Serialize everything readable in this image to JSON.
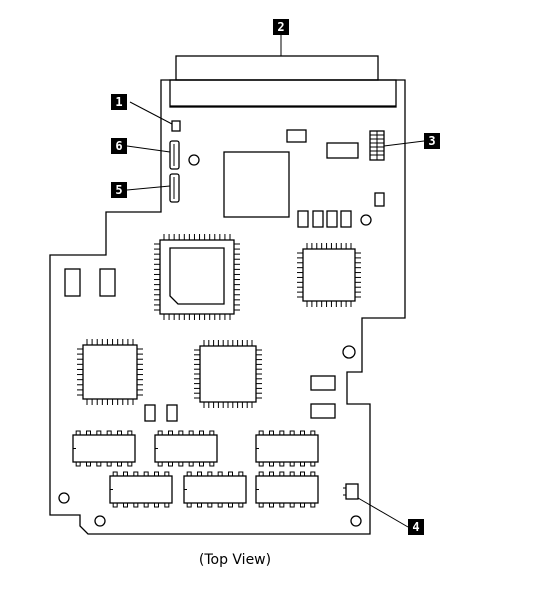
{
  "caption": "(Top View)",
  "callouts": [
    {
      "id": "1",
      "label": "1"
    },
    {
      "id": "2",
      "label": "2"
    },
    {
      "id": "3",
      "label": "3"
    },
    {
      "id": "4",
      "label": "4"
    },
    {
      "id": "5",
      "label": "5"
    },
    {
      "id": "6",
      "label": "6"
    }
  ]
}
